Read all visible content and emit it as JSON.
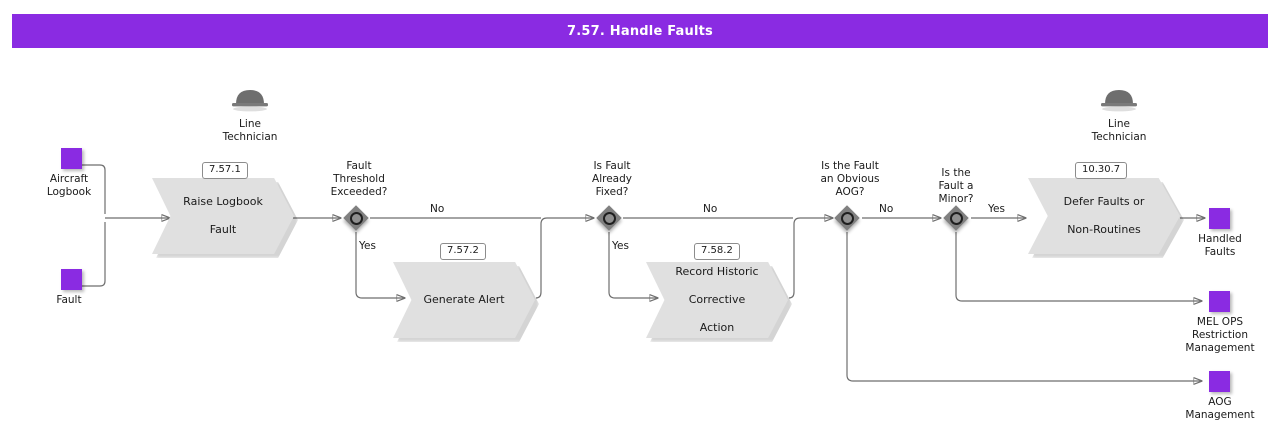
{
  "header": {
    "title": "7.57. Handle Faults",
    "bar_color": "#8A2BE2"
  },
  "palette": {
    "terminal": "#8A2BE2",
    "process": "#E0E0E0",
    "decision": "#808080",
    "connector": "#6E6E6E",
    "text": "#1a1a1a"
  },
  "roles": [
    {
      "id": "role-left",
      "label": "Line\nTechnician",
      "line1": "Line",
      "line2": "Technician",
      "icon": "hat-icon"
    },
    {
      "id": "role-right",
      "label": "Line\nTechnician",
      "line1": "Line",
      "line2": "Technician",
      "icon": "hat-icon"
    }
  ],
  "inputs": [
    {
      "id": "aircraft-logbook",
      "line1": "Aircraft",
      "line2": "Logbook"
    },
    {
      "id": "fault",
      "line1": "Fault",
      "line2": ""
    }
  ],
  "outputs": [
    {
      "id": "handled-faults",
      "line1": "Handled",
      "line2": "Faults",
      "line3": ""
    },
    {
      "id": "mel-ops-restriction-management",
      "line1": "MEL OPS",
      "line2": "Restriction",
      "line3": "Management"
    },
    {
      "id": "aog-management",
      "line1": "AOG",
      "line2": "Management",
      "line3": ""
    }
  ],
  "processes": [
    {
      "id": "raise-logbook-fault",
      "badge": "7.57.1",
      "line1": "Raise Logbook",
      "line2": "Fault",
      "line3": ""
    },
    {
      "id": "generate-alert",
      "badge": "7.57.2",
      "line1": "Generate Alert",
      "line2": "",
      "line3": ""
    },
    {
      "id": "record-historic-corrective-action",
      "badge": "7.58.2",
      "line1": "Record Historic",
      "line2": "Corrective",
      "line3": "Action"
    },
    {
      "id": "defer-faults-or-non-routines",
      "badge": "10.30.7",
      "line1": "Defer Faults or",
      "line2": "Non-Routines",
      "line3": ""
    }
  ],
  "decisions": [
    {
      "id": "fault-threshold-exceeded",
      "line1": "Fault",
      "line2": "Threshold",
      "line3": "Exceeded?",
      "branch_a": "No",
      "branch_b": "Yes"
    },
    {
      "id": "is-fault-already-fixed",
      "line1": "Is Fault",
      "line2": "Already",
      "line3": "Fixed?",
      "branch_a": "No",
      "branch_b": "Yes"
    },
    {
      "id": "is-the-fault-an-obvious-aog",
      "line1": "Is the Fault",
      "line2": "an Obvious",
      "line3": "AOG?",
      "branch_a": "No",
      "branch_b": ""
    },
    {
      "id": "is-the-fault-a-minor",
      "line1": "Is the",
      "line2": "Fault a",
      "line3": "Minor?",
      "branch_a": "Yes",
      "branch_b": ""
    }
  ]
}
